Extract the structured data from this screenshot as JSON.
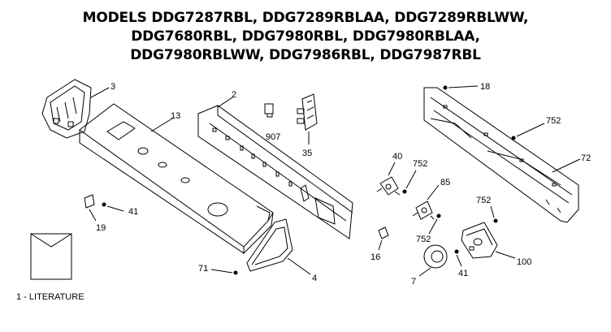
{
  "title": {
    "line1": "MODELS DDG7287RBL, DDG7289RBLAA, DDG7289RBLWW,",
    "line2": "DDG7680RBL, DDG7980RBL, DDG7980RBLAA,",
    "line3": "DDG7980RBLWW, DDG7986RBL, DDG7987RBL"
  },
  "labels": {
    "p2": "2",
    "p3": "3",
    "p4": "4",
    "p7": "7",
    "p13": "13",
    "p16": "16",
    "p18": "18",
    "p19": "19",
    "p35": "35",
    "p40": "40",
    "p41a": "41",
    "p41b": "41",
    "p71": "71",
    "p72": "72",
    "p85": "85",
    "p100": "100",
    "p752a": "752",
    "p752b": "752",
    "p752c": "752",
    "p752d": "752",
    "p907": "907"
  },
  "literature_caption": "1 - LITERATURE"
}
